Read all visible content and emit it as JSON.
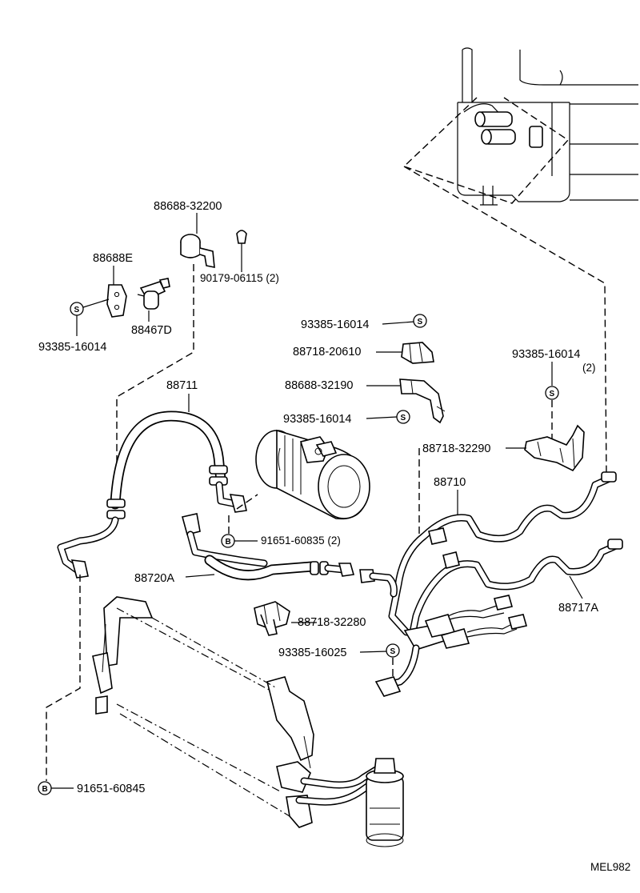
{
  "diagram_code": "MEL982",
  "labels": {
    "p88688_32200": "88688-32200",
    "p88688E": "88688E",
    "p90179_06115": "90179-06115 (2)",
    "p88467D": "88467D",
    "p93385_16014_left": "93385-16014",
    "p93385_16014_top": "93385-16014",
    "p88718_20610": "88718-20610",
    "p88688_32190": "88688-32190",
    "p93385_16014_mid": "93385-16014",
    "p93385_16014_right": "93385-16014",
    "p93385_16014_right_qty": "(2)",
    "p88718_32290": "88718-32290",
    "p88711": "88711",
    "p88710": "88710",
    "p91651_60835": "91651-60835 (2)",
    "p88720A": "88720A",
    "p88717A": "88717A",
    "p88718_32280": "88718-32280",
    "p93385_16025": "93385-16025",
    "p91651_60845": "91651-60845"
  },
  "symbols": {
    "screw": "S",
    "bolt": "B"
  }
}
